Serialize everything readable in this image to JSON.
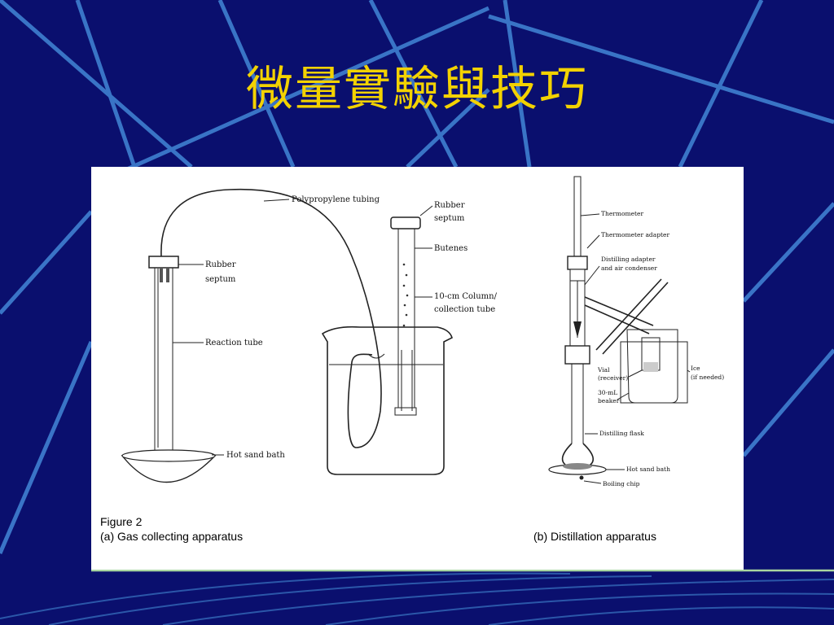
{
  "slide": {
    "title": "微量實驗與技巧",
    "colors": {
      "background": "#0a0f6e",
      "title": "#f3d200",
      "accent_lines": "#3f7fd0",
      "bottom_rule": "#a9d6a0"
    }
  },
  "figure": {
    "caption_title": "Figure 2",
    "caption_a": "(a) Gas collecting apparatus",
    "caption_b": "(b) Distillation apparatus",
    "labels_a": {
      "tubing": "Polypropylene tubing",
      "septum_left_1": "Rubber",
      "septum_left_2": "septum",
      "reaction_tube": "Reaction tube",
      "sand_bath": "Hot sand bath",
      "septum_right_1": "Rubber",
      "septum_right_2": "septum",
      "butenes": "Butenes",
      "column_1": "10-cm Column/",
      "column_2": "collection tube"
    },
    "labels_b": {
      "thermometer": "Thermometer",
      "thermometer_adapter": "Thermometer adapter",
      "distilling_adapter_1": "Distilling adapter",
      "distilling_adapter_2": "and air condenser",
      "vial_1": "Vial",
      "vial_2": "(receiver)",
      "beaker_1": "30-mL",
      "beaker_2": "beaker",
      "ice_1": "Ice",
      "ice_2": "(if needed)",
      "distilling_flask": "Distilling flask",
      "sand_bath": "Hot sand bath",
      "boiling_chip": "Boiling chip"
    }
  }
}
